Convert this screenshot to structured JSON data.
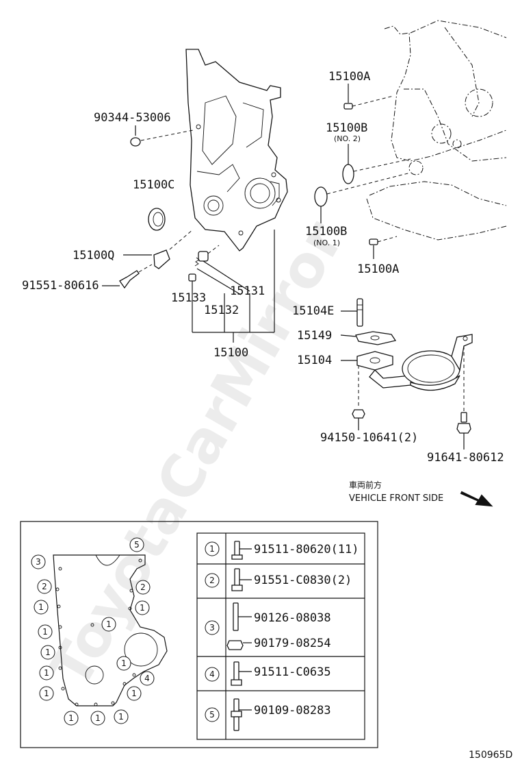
{
  "watermark": "ToyotaCarMirror",
  "labels": {
    "p90344": "90344-53006",
    "p15100C": "15100C",
    "p15100Q": "15100Q",
    "p91551": "91551-80616",
    "p15133": "15133",
    "p15132": "15132",
    "p15131": "15131",
    "p15100": "15100",
    "p15100A_top": "15100A",
    "p15100B_no2": "15100B",
    "p15100B_no2_sub": "(NO. 2)",
    "p15100B_no1": "15100B",
    "p15100B_no1_sub": "(NO. 1)",
    "p15100A_bot": "15100A",
    "p15104E": "15104E",
    "p15149": "15149",
    "p15104": "15104",
    "p94150": "94150-10641(2)",
    "p91641": "91641-80612"
  },
  "front_side": {
    "japanese": "車両前方",
    "english": "VEHICLE FRONT SIDE"
  },
  "bolt_positions": {
    "callouts": [
      "3",
      "5",
      "2",
      "2",
      "1",
      "1",
      "1",
      "1",
      "1",
      "1",
      "1",
      "1",
      "4",
      "1",
      "1",
      "1",
      "1",
      "1"
    ]
  },
  "bolt_table": [
    {
      "ref": "1",
      "parts": [
        "91511-80620(11)"
      ]
    },
    {
      "ref": "2",
      "parts": [
        "91551-C0830(2)"
      ]
    },
    {
      "ref": "3",
      "parts": [
        "90126-08038",
        "90179-08254"
      ]
    },
    {
      "ref": "4",
      "parts": [
        "91511-C0635"
      ]
    },
    {
      "ref": "5",
      "parts": [
        "90109-08283"
      ]
    }
  ],
  "diagram_id": "150965D"
}
